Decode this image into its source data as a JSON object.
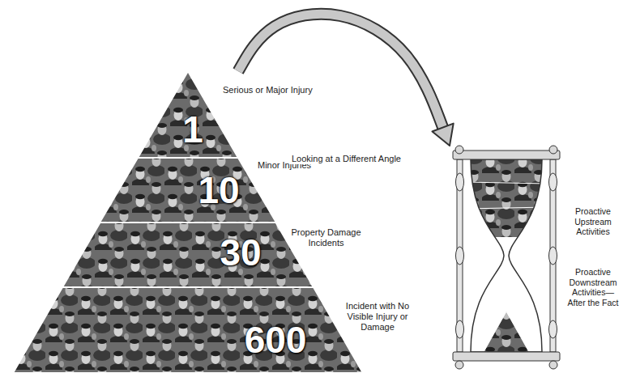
{
  "diagram": {
    "nodes": [
      {
        "text": [
          "1",
          "Serious or Major Injury"
        ]
      },
      {
        "text": [
          "10",
          "Minor Injuries"
        ]
      },
      {
        "text": [
          "30",
          "Property Damage Incidents"
        ]
      },
      {
        "text": [
          "600",
          "Incident with No Visible Injury or Damage"
        ]
      },
      {
        "text": [
          "Proactive Upstream Activities",
          "Proactive Downstream Activities— After the Fact"
        ]
      }
    ],
    "edges": [
      {
        "from": 0,
        "to": 4,
        "arrow": "to",
        "label": "Looking at a Different Angle"
      }
    ]
  }
}
